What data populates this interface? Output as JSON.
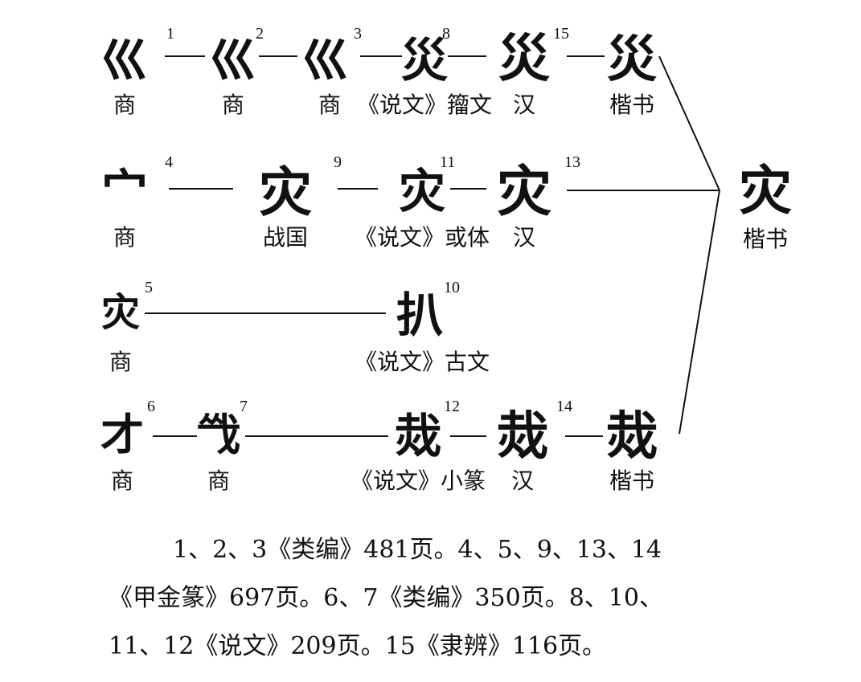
{
  "glyphs": {
    "g1": {
      "char": "巛",
      "number": "1",
      "period": "商"
    },
    "g2": {
      "char": "巛",
      "number": "2",
      "period": "商"
    },
    "g3": {
      "char": "巛",
      "number": "3",
      "period": "商"
    },
    "g8": {
      "char": "災",
      "number": "8",
      "period": "《说文》籀文"
    },
    "g15": {
      "char": "災",
      "number": "15",
      "period": "汉"
    },
    "g_zai_top": {
      "char": "災",
      "period": "楷书"
    },
    "g4": {
      "char": "宀",
      "number": "4",
      "period": "商"
    },
    "g9": {
      "char": "灾",
      "number": "9",
      "period": "战国"
    },
    "g11": {
      "char": "灾",
      "number": "11",
      "period": "《说文》或体"
    },
    "g13": {
      "char": "灾",
      "number": "13",
      "period": "汉"
    },
    "g_zai_final": {
      "char": "灾",
      "period": "楷书"
    },
    "g5": {
      "char": "灾",
      "number": "5",
      "period": "商"
    },
    "g10": {
      "char": "扒",
      "number": "10",
      "period": "《说文》古文"
    },
    "g6": {
      "char": "才",
      "number": "6",
      "period": "商"
    },
    "g7": {
      "char": "㦰",
      "number": "7",
      "period": "商"
    },
    "g12": {
      "char": "烖",
      "number": "12",
      "period": "《说文》小篆"
    },
    "g14": {
      "char": "烖",
      "number": "14",
      "period": "汉"
    },
    "g_zai_bottom": {
      "char": "烖",
      "period": "楷书"
    }
  },
  "caption": {
    "line1": "1、2、3《类编》481页。4、5、9、13、14",
    "line2": "《甲金篆》697页。6、7《类编》350页。8、10、",
    "line3": "11、12《说文》209页。15《隶辨》116页。"
  }
}
